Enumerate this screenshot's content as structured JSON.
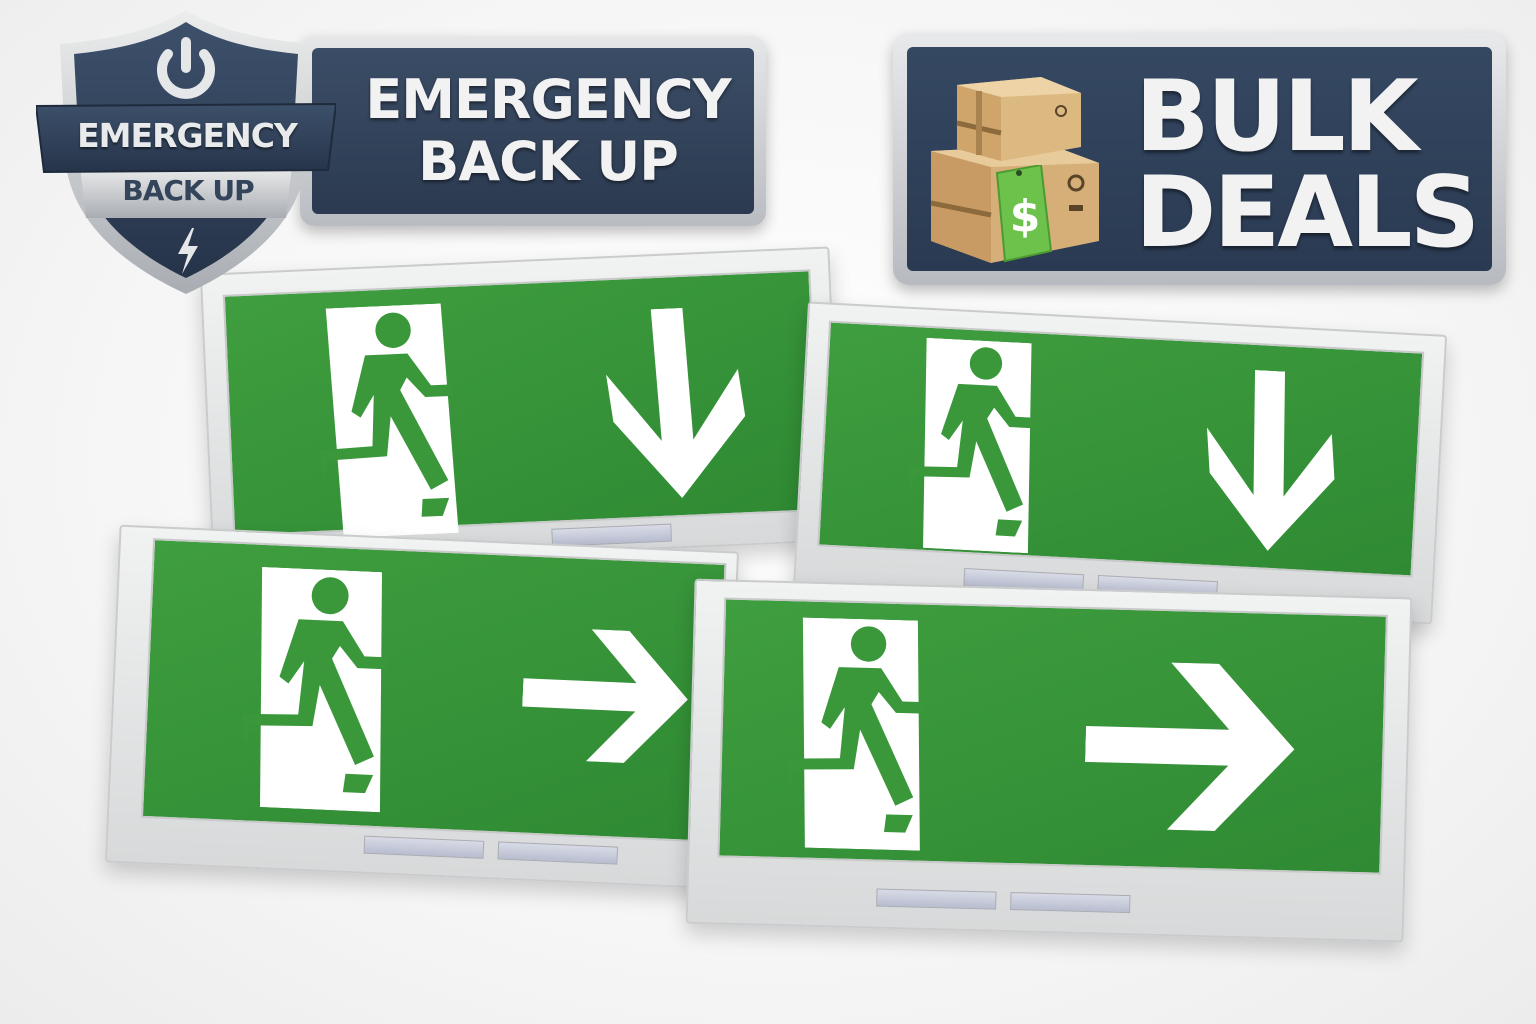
{
  "badges": {
    "shield": {
      "icon": "power-icon",
      "ribbon_text": "EMERGENCY",
      "lower_text": "BACK UP",
      "bottom_icon": "lightning-bolt-icon"
    },
    "emergency_banner": {
      "line1": "EMERGENCY",
      "line2": "BACK UP"
    },
    "bulk_banner": {
      "icon": "stacked-boxes-icon",
      "tag_icon": "dollar-tag-icon",
      "tag_symbol": "$",
      "line1": "BULK",
      "line2": "DEALS"
    }
  },
  "signs": [
    {
      "position": "top-left",
      "pictogram": "running-man-exit",
      "arrow": "down"
    },
    {
      "position": "top-right",
      "pictogram": "running-man-exit",
      "arrow": "down"
    },
    {
      "position": "bottom-left",
      "pictogram": "running-man-exit",
      "arrow": "right"
    },
    {
      "position": "bottom-right",
      "pictogram": "running-man-exit",
      "arrow": "right"
    }
  ],
  "colors": {
    "sign_green": "#3a983b",
    "banner_navy": "#2f4058",
    "frame_silver": "#d4d6d8",
    "tag_green": "#6cc24a"
  }
}
